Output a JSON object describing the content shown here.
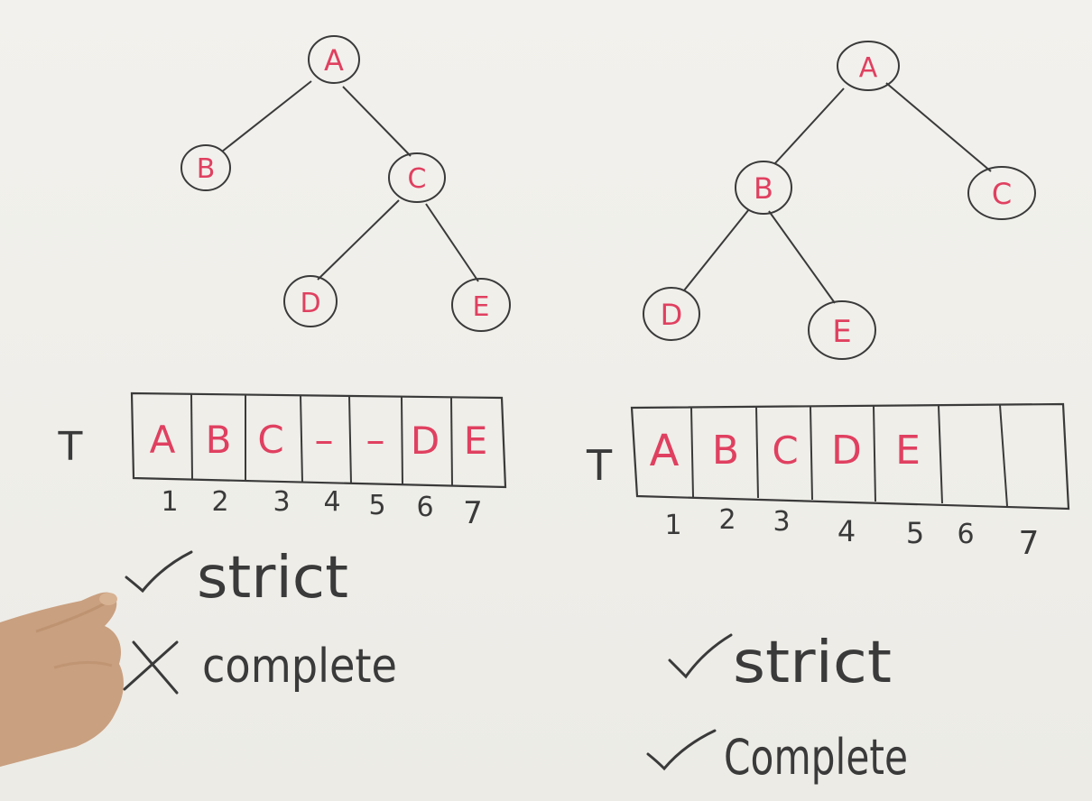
{
  "colors": {
    "ink": "#3a3a3a",
    "red": "#e04060",
    "board": "#f1f0ec",
    "skin": "#c9a080"
  },
  "left_example": {
    "nodes": [
      "A",
      "B",
      "C",
      "D",
      "E"
    ],
    "array_label": "T",
    "cells": [
      "A",
      "B",
      "C",
      "–",
      "–",
      "D",
      "E"
    ],
    "indices": [
      "1",
      "2",
      "3",
      "4",
      "5",
      "6",
      "7"
    ],
    "checks": [
      {
        "mark": "check",
        "text": "strict"
      },
      {
        "mark": "cross",
        "text": "complete"
      }
    ]
  },
  "right_example": {
    "nodes": [
      "A",
      "B",
      "C",
      "D",
      "E"
    ],
    "array_label": "T",
    "cells": [
      "A",
      "B",
      "C",
      "D",
      "E",
      "",
      ""
    ],
    "indices": [
      "1",
      "2",
      "3",
      "4",
      "5",
      "6",
      "7"
    ],
    "checks": [
      {
        "mark": "check",
        "text": "strict"
      },
      {
        "mark": "check",
        "text": "Complete"
      }
    ]
  }
}
